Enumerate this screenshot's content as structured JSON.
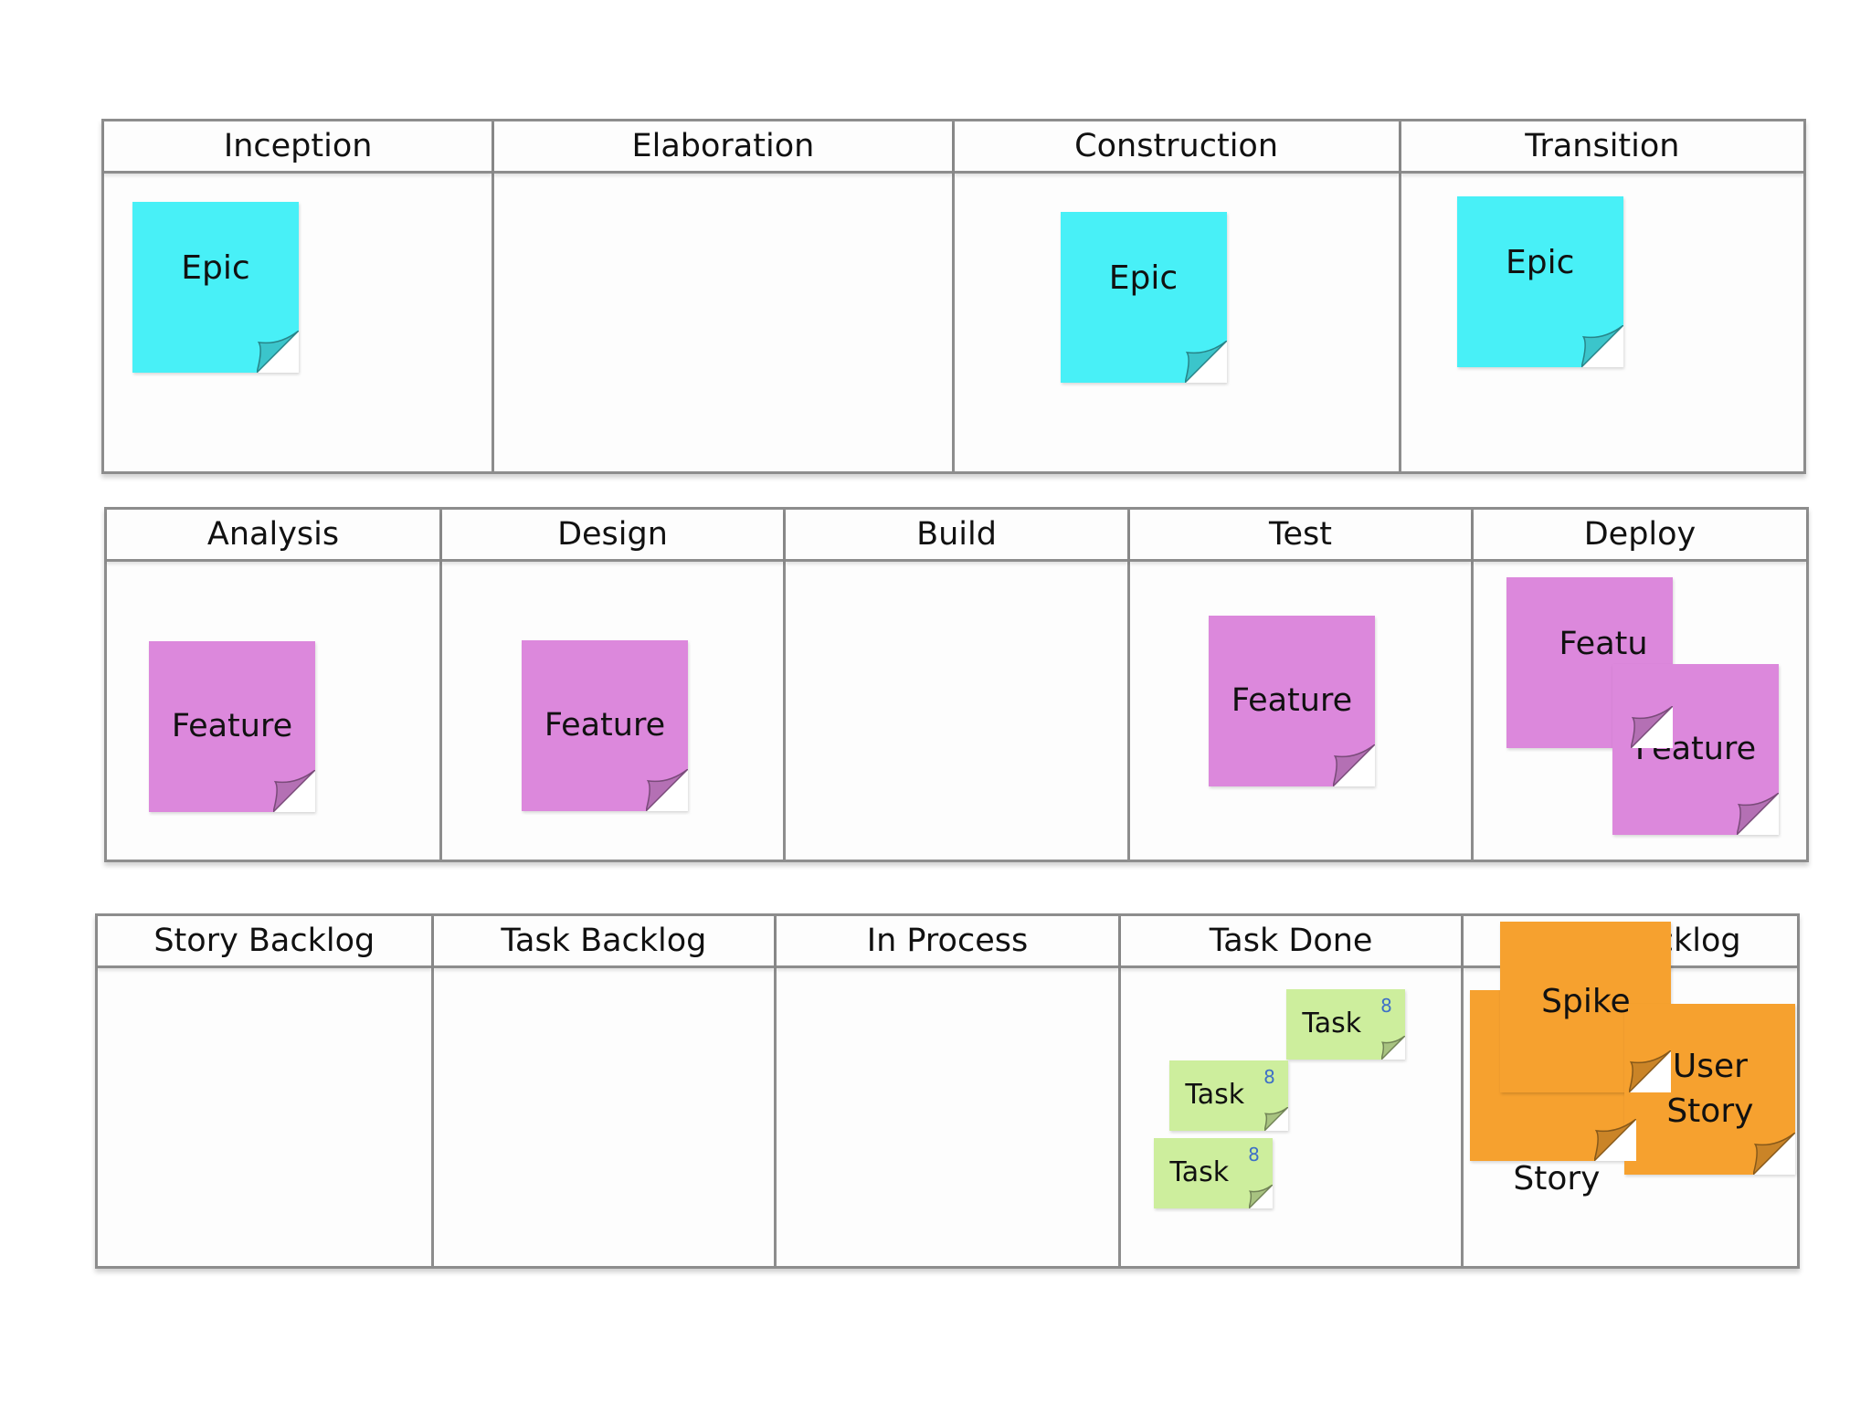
{
  "boards": {
    "phases": {
      "columns": [
        "Inception",
        "Elaboration",
        "Construction",
        "Transition"
      ]
    },
    "delivery": {
      "columns": [
        "Analysis",
        "Design",
        "Build",
        "Test",
        "Deploy"
      ]
    },
    "iteration": {
      "columns": [
        "Story Backlog",
        "Task Backlog",
        "In Process",
        "Task Done",
        "Story Backlog"
      ]
    }
  },
  "notes": {
    "epic_label": "Epic",
    "feature_label": "Feature",
    "feature_partial_label": "Featu",
    "task_label": "Task",
    "task_estimate": "8",
    "spike_label_line1": "Spike",
    "spike_label_line2": "Story",
    "user_story_label_line1": "User",
    "user_story_label_line2": "Story"
  },
  "colors": {
    "epic": "#48f0f7",
    "feature": "#dc88dc",
    "task": "#cdee9d",
    "story": "#f6a12f",
    "border": "#8d8d8d"
  }
}
